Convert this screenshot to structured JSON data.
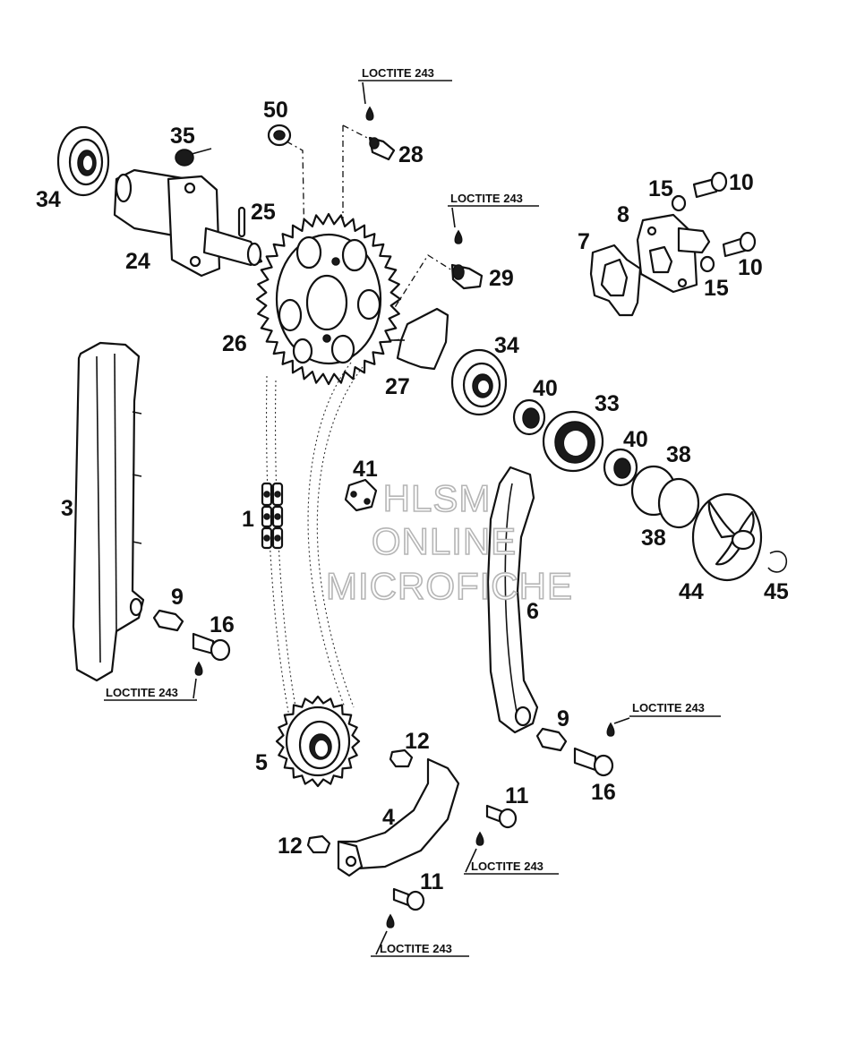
{
  "labels": {
    "l1": "1",
    "l3": "3",
    "l4": "4",
    "l5": "5",
    "l6": "6",
    "l7": "7",
    "l8": "8",
    "l9a": "9",
    "l9b": "9",
    "l10a": "10",
    "l10b": "10",
    "l11a": "11",
    "l11b": "11",
    "l12a": "12",
    "l12b": "12",
    "l15a": "15",
    "l15b": "15",
    "l16a": "16",
    "l16b": "16",
    "l24": "24",
    "l25": "25",
    "l26": "26",
    "l27": "27",
    "l28": "28",
    "l29": "29",
    "l33": "33",
    "l34a": "34",
    "l34b": "34",
    "l35": "35",
    "l38a": "38",
    "l38b": "38",
    "l40a": "40",
    "l40b": "40",
    "l41": "41",
    "l44": "44",
    "l45": "45",
    "l50": "50"
  },
  "loctite": {
    "n1": "LOCTITE 243",
    "n2": "LOCTITE 243",
    "n3": "LOCTITE 243",
    "n4": "LOCTITE 243",
    "n5": "LOCTITE 243",
    "n6": "LOCTITE 243"
  },
  "watermark": {
    "line1": "HLSM",
    "line2": "ONLINE",
    "line3": "MICROFICHE"
  }
}
